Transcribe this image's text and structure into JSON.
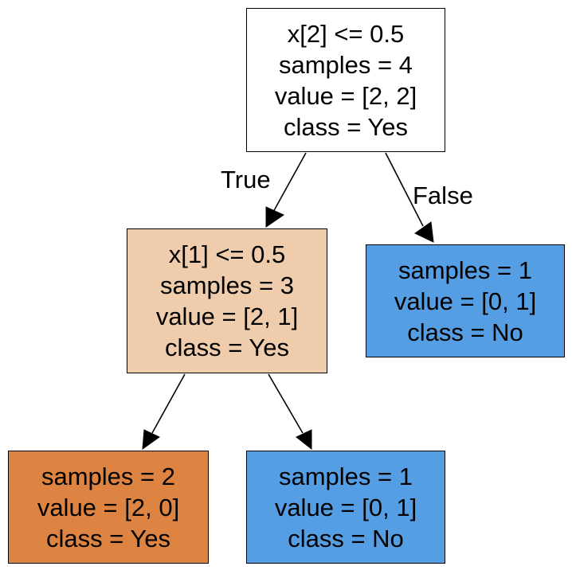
{
  "colors": {
    "root": "#ffffff",
    "left_split": "#eeccac",
    "leaf_yes": "#de8442",
    "leaf_no": "#569ee3",
    "border": "#000000"
  },
  "edge_labels": {
    "true": "True",
    "false": "False"
  },
  "nodes": {
    "root": {
      "lines": [
        "x[2] <= 0.5",
        "samples = 4",
        "value = [2, 2]",
        "class = Yes"
      ]
    },
    "left": {
      "lines": [
        "x[1] <= 0.5",
        "samples = 3",
        "value = [2, 1]",
        "class = Yes"
      ]
    },
    "right": {
      "lines": [
        "samples = 1",
        "value = [0, 1]",
        "class = No"
      ]
    },
    "left_left": {
      "lines": [
        "samples = 2",
        "value = [2, 0]",
        "class = Yes"
      ]
    },
    "left_right": {
      "lines": [
        "samples = 1",
        "value = [0, 1]",
        "class = No"
      ]
    }
  }
}
